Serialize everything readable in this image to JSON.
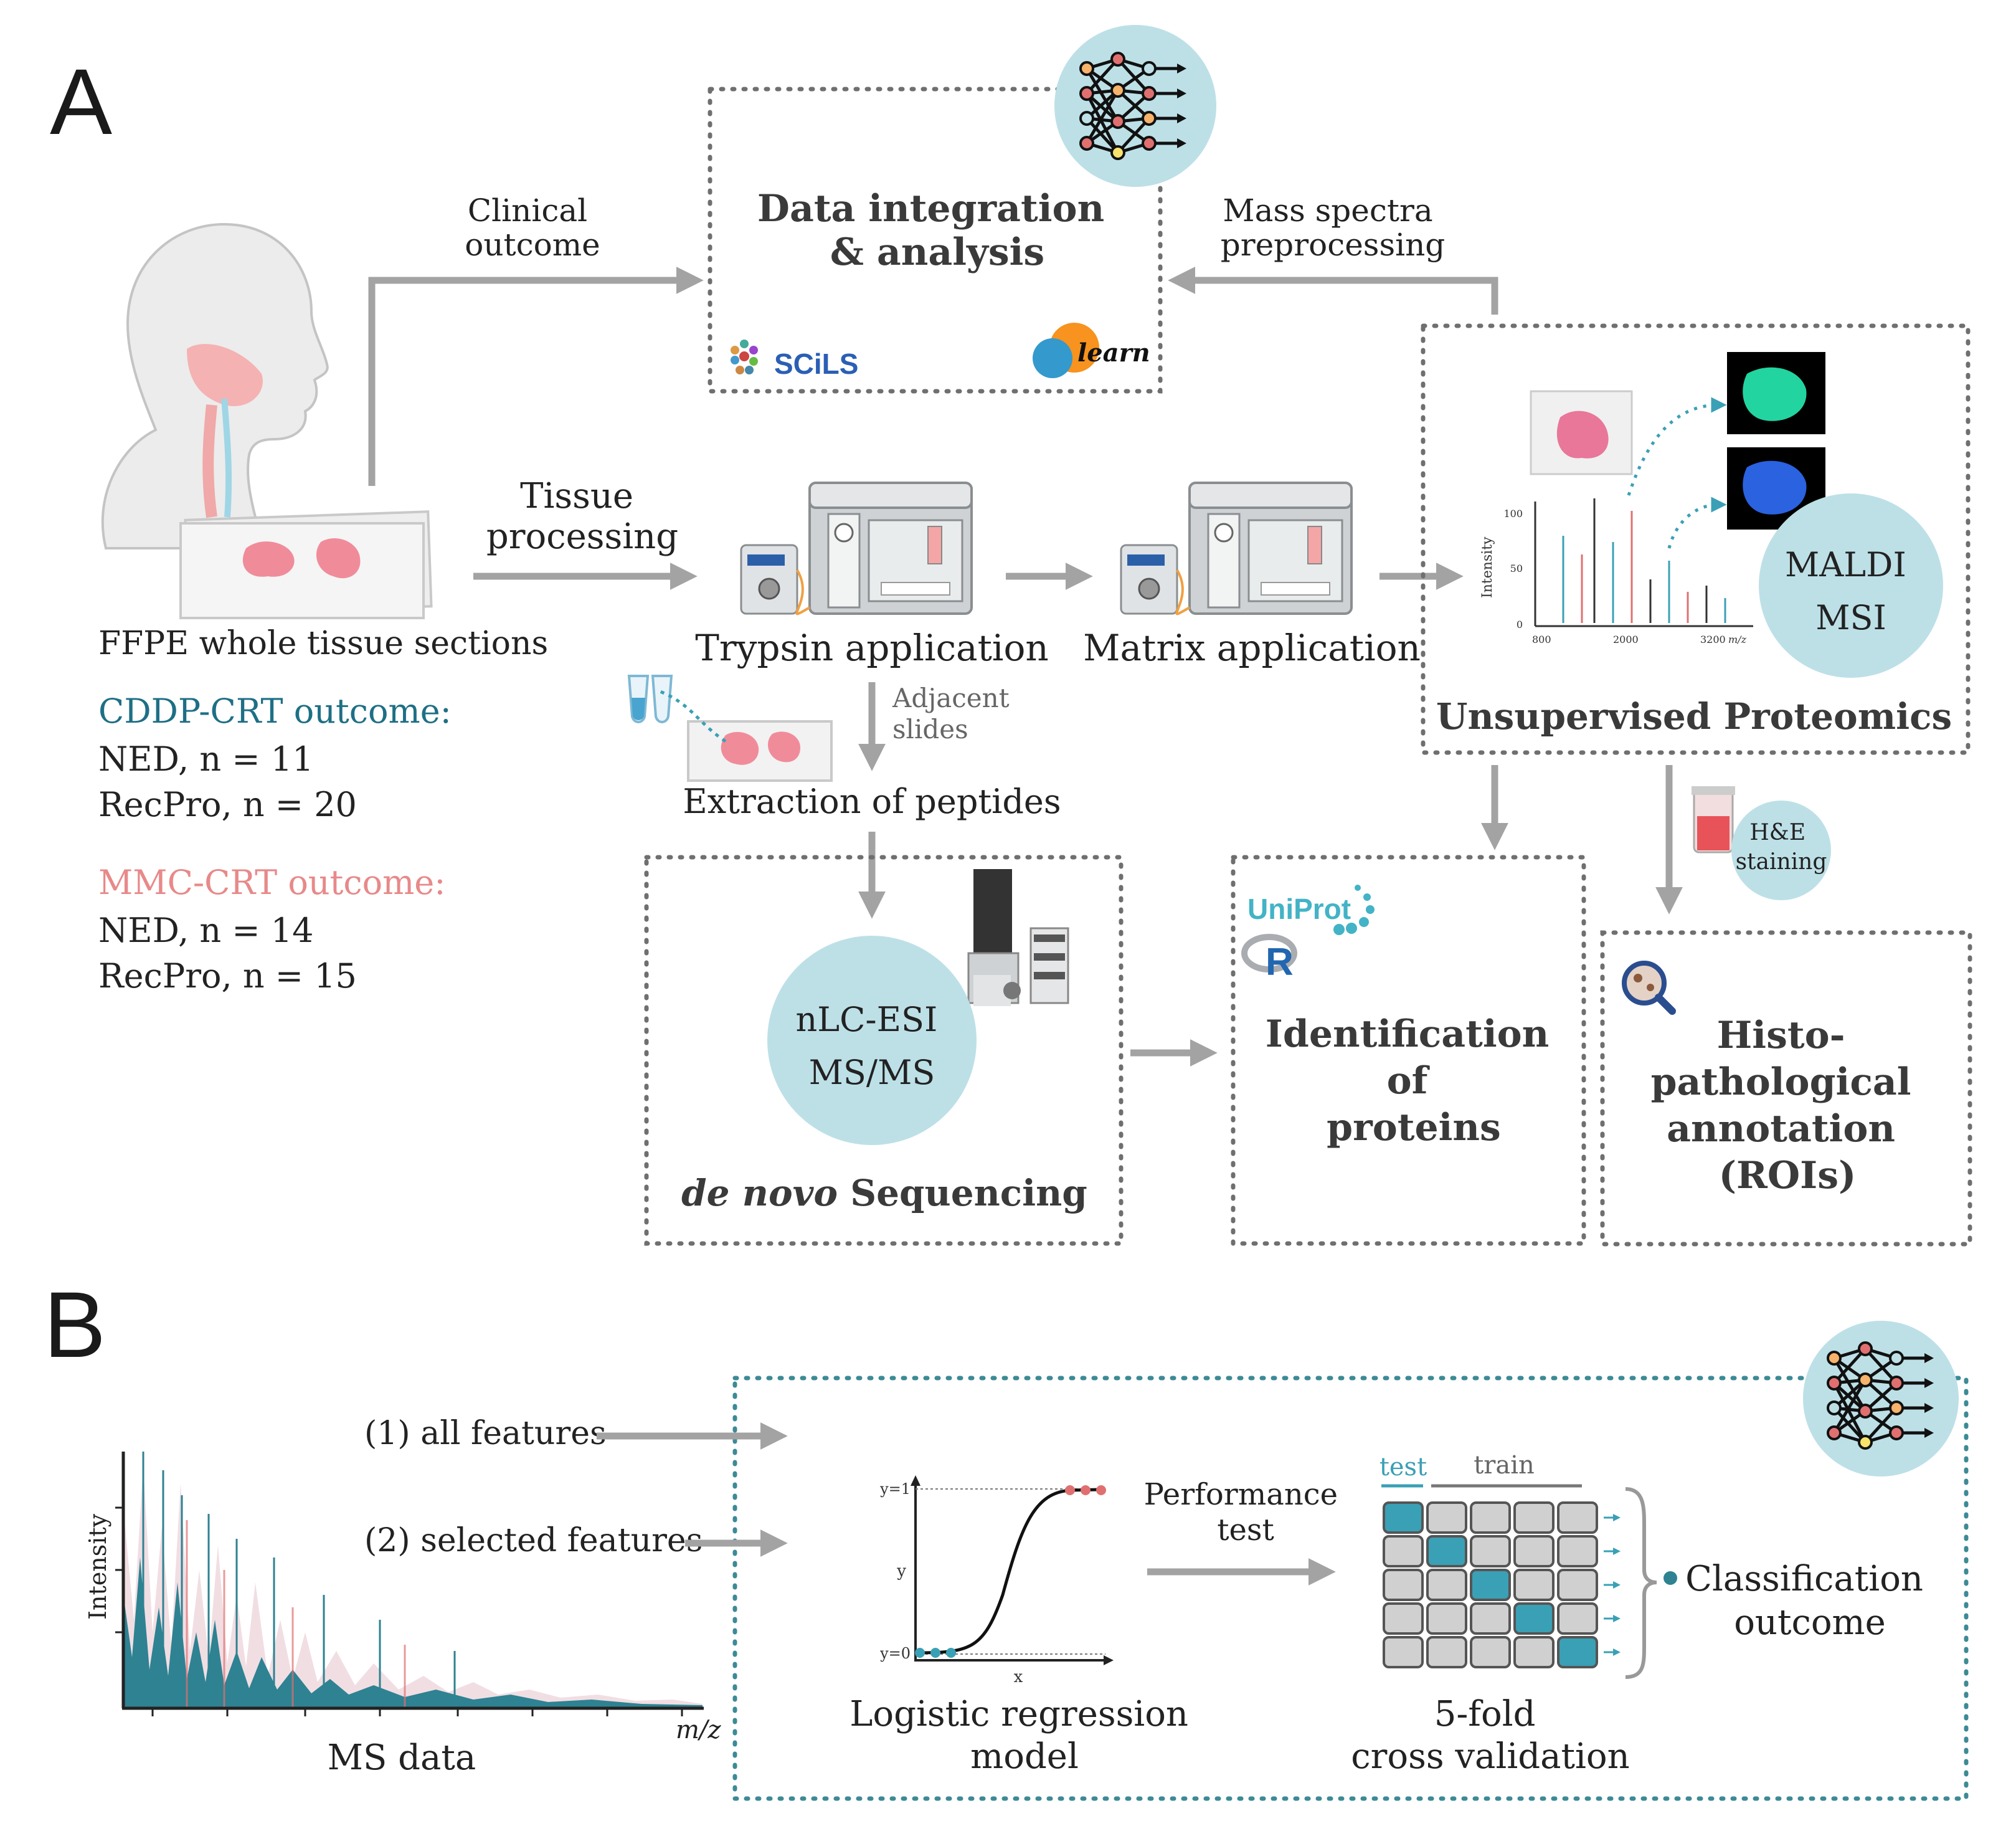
{
  "panel_a": {
    "letter": "A",
    "data_integration": {
      "line1": "Data integration",
      "line2": "& analysis",
      "scils_logo": "SCiLS",
      "sklearn_logo": "learn"
    },
    "clinical_outcome": {
      "line1": "Clinical",
      "line2": "outcome"
    },
    "mass_spectra": {
      "line1": "Mass spectra",
      "line2": "preprocessing"
    },
    "tissue_processing": {
      "line1": "Tissue",
      "line2": "processing"
    },
    "ffpe_label": "FFPE whole tissue sections",
    "cddp": {
      "title": "CDDP-CRT outcome:",
      "ned": "NED, n = 11",
      "recpro": "RecPro, n = 20"
    },
    "mmc": {
      "title": "MMC-CRT outcome:",
      "ned": "NED, n = 14",
      "recpro": "RecPro, n = 15"
    },
    "trypsin": "Trypsin application",
    "matrix": "Matrix application",
    "adjacent": {
      "line1": "Adjacent",
      "line2": "slides"
    },
    "extraction": "Extraction of peptides",
    "unsupervised": "Unsupervised Proteomics",
    "maldi": {
      "line1": "MALDI",
      "line2": "MSI"
    },
    "spectrum": {
      "ylabel": "Intensity",
      "y100": "100",
      "y50": "50",
      "y0": "0",
      "x800": "800",
      "x2000": "2000",
      "x3200": "3200",
      "xunit": "m/z"
    },
    "nlc": {
      "line1": "nLC-ESI",
      "line2": "MS/MS"
    },
    "denovo": {
      "italic": "de novo",
      "rest": " Sequencing"
    },
    "identification": {
      "line1": "Identification",
      "line2": "of",
      "line3": "proteins",
      "uniprot_logo": "UniProt",
      "r_logo": "R"
    },
    "he": {
      "line1": "H&E",
      "line2": "staining"
    },
    "histo": {
      "line1": "Histo-",
      "line2": "pathological",
      "line3": "annotation",
      "line4": "(ROIs)"
    }
  },
  "panel_b": {
    "letter": "B",
    "all_features": "(1) all features",
    "selected_features": "(2) selected features",
    "ms_data": "MS data",
    "intensity_label": "Intensity",
    "mz_label": "m/z",
    "logistic": {
      "line1": "Logistic regression",
      "line2": "model",
      "y1": "y=1",
      "y": "y",
      "y0": "y=0",
      "x": "x"
    },
    "performance": {
      "line1": "Performance",
      "line2": "test"
    },
    "cv": {
      "line1": "5-fold",
      "line2": "cross validation",
      "test": "test",
      "train": "train"
    },
    "classification": {
      "line1": "Classification",
      "line2": "outcome"
    }
  },
  "colors": {
    "teal_text": "#1e6f85",
    "pink_text": "#e88989",
    "circle_fill": "#bde0e7",
    "test_cell": "#3aa0b5",
    "dotbox_teal": "#3d8a96",
    "ms_fill": "#2e8292"
  },
  "icons": [
    "neural-network-icon",
    "head-profile-icon",
    "tissue-slide-icon",
    "sprayer-instrument-icon",
    "mass-spectrometer-icon",
    "magnifier-tissue-icon",
    "tube-icon",
    "he-staining-jar-icon",
    "scils-logo",
    "sklearn-logo",
    "uniprot-logo",
    "r-logo"
  ]
}
